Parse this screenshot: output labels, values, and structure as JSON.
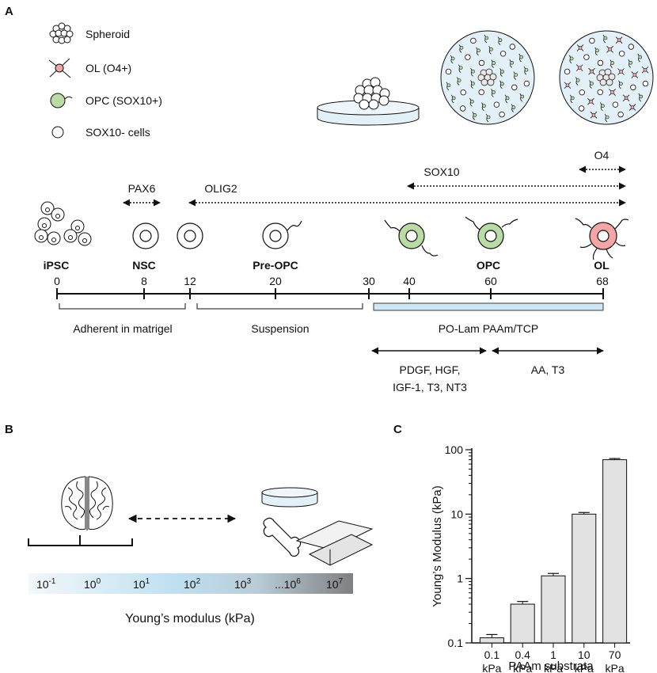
{
  "panels": {
    "a": "A",
    "b": "B",
    "c": "C"
  },
  "legend": [
    {
      "icon": "spheroid-icon",
      "label": "Spheroid"
    },
    {
      "icon": "ol-cell-icon",
      "label": "OL (O4+)",
      "color": "#f4a6a6"
    },
    {
      "icon": "opc-cell-icon",
      "label": "OPC (SOX10+)",
      "color": "#b9dba4"
    },
    {
      "icon": "sox10-negative-cell-icon",
      "label": "SOX10- cells"
    }
  ],
  "markers": {
    "pax6": "PAX6",
    "olig2": "OLIG2",
    "sox10": "SOX10",
    "o4": "O4"
  },
  "stages": {
    "ipsc": "iPSC",
    "nsc": "NSC",
    "preopc": "Pre-OPC",
    "opc": "OPC",
    "ol": "OL"
  },
  "days": [
    "0",
    "8",
    "12",
    "20",
    "30",
    "40",
    "60",
    "68"
  ],
  "phases": {
    "adherent": "Adherent in matrigel",
    "suspension": "Suspension",
    "polam": "PO-Lam PAAm/TCP"
  },
  "factors": {
    "early_line1": "PDGF, HGF,",
    "early_line2": "IGF-1, T3, NT3",
    "late": "AA, T3"
  },
  "colors": {
    "ol": "#f4a6a6",
    "opc": "#b9dba4",
    "dish": "#e3f0f8",
    "culture_bar": "#cfe6f4",
    "bar_fill": "#e2e2e2"
  },
  "panel_b": {
    "scale_labels": [
      {
        "base": "10",
        "exp": "-1"
      },
      {
        "base": "10",
        "exp": "0"
      },
      {
        "base": "10",
        "exp": "1"
      },
      {
        "base": "10",
        "exp": "2"
      },
      {
        "base": "10",
        "exp": "3"
      },
      {
        "base": "...10",
        "exp": "6"
      },
      {
        "base": "10",
        "exp": "7"
      }
    ],
    "axis_label": "Young’s modulus (kPa)"
  },
  "chart_data": {
    "type": "bar",
    "title": "",
    "xlabel": "PAAm substrata",
    "ylabel": "Young’s Modulus (kPa)",
    "yscale": "log",
    "ylim": [
      0.1,
      100
    ],
    "yticks": [
      "100",
      "10",
      "1",
      "0.1"
    ],
    "categories": [
      {
        "line1": "0.1",
        "line2": "kPa"
      },
      {
        "line1": "0.4",
        "line2": "kPa"
      },
      {
        "line1": "1",
        "line2": "kPa"
      },
      {
        "line1": "10",
        "line2": "kPa"
      },
      {
        "line1": "70",
        "line2": "kPa"
      }
    ],
    "values": [
      0.12,
      0.4,
      1.1,
      10,
      70
    ],
    "errors": [
      0.015,
      0.04,
      0.1,
      0.6,
      3
    ],
    "grid": false,
    "legend": "none"
  }
}
